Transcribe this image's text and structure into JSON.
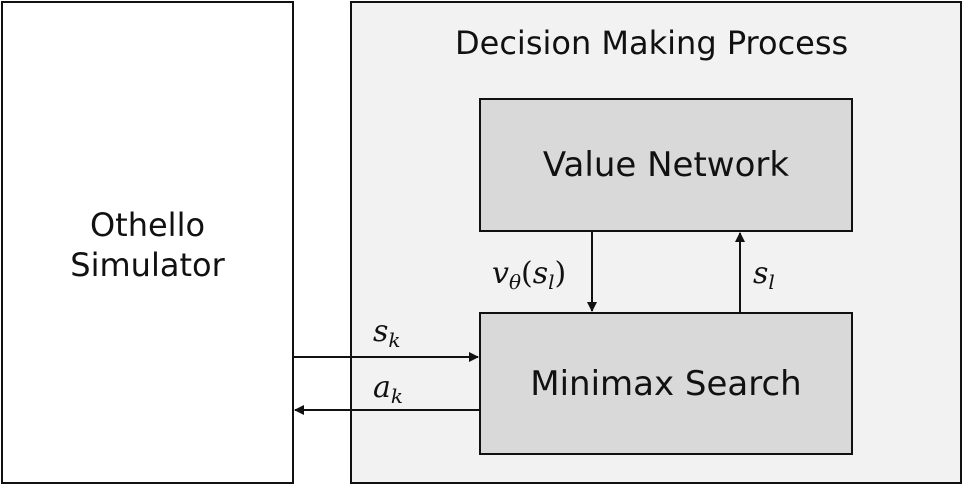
{
  "simulator": {
    "line1": "Othello",
    "line2": "Simulator"
  },
  "decision_process": {
    "title": "Decision Making Process"
  },
  "value_network": {
    "label": "Value Network"
  },
  "minimax": {
    "label": "Minimax Search"
  },
  "edges": {
    "value_output": {
      "base": "v",
      "sub": "θ",
      "open": "(",
      "arg": "s",
      "arg_sub": "l",
      "close": ")"
    },
    "state_query": {
      "base": "s",
      "sub": "l"
    },
    "state_in": {
      "base": "s",
      "sub": "k"
    },
    "action_out": {
      "base": "a",
      "sub": "k"
    }
  },
  "colors": {
    "outer_process_fill": "#f2f2f2",
    "inner_box_fill": "#d9d9d9",
    "stroke": "#111111"
  }
}
